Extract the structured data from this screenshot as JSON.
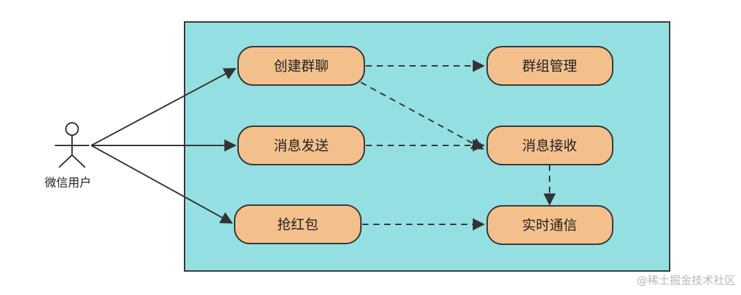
{
  "actor": {
    "label": "微信用户"
  },
  "nodes": {
    "create_group": "创建群聊",
    "send_message": "消息发送",
    "red_packet": "抢红包",
    "group_manage": "群组管理",
    "receive_message": "消息接收",
    "realtime_comm": "实时通信"
  },
  "watermark": "@稀土掘金技术社区",
  "colors": {
    "system_fill": "#94dfe1",
    "usecase_fill": "#f3c08c",
    "stroke": "#333333"
  }
}
